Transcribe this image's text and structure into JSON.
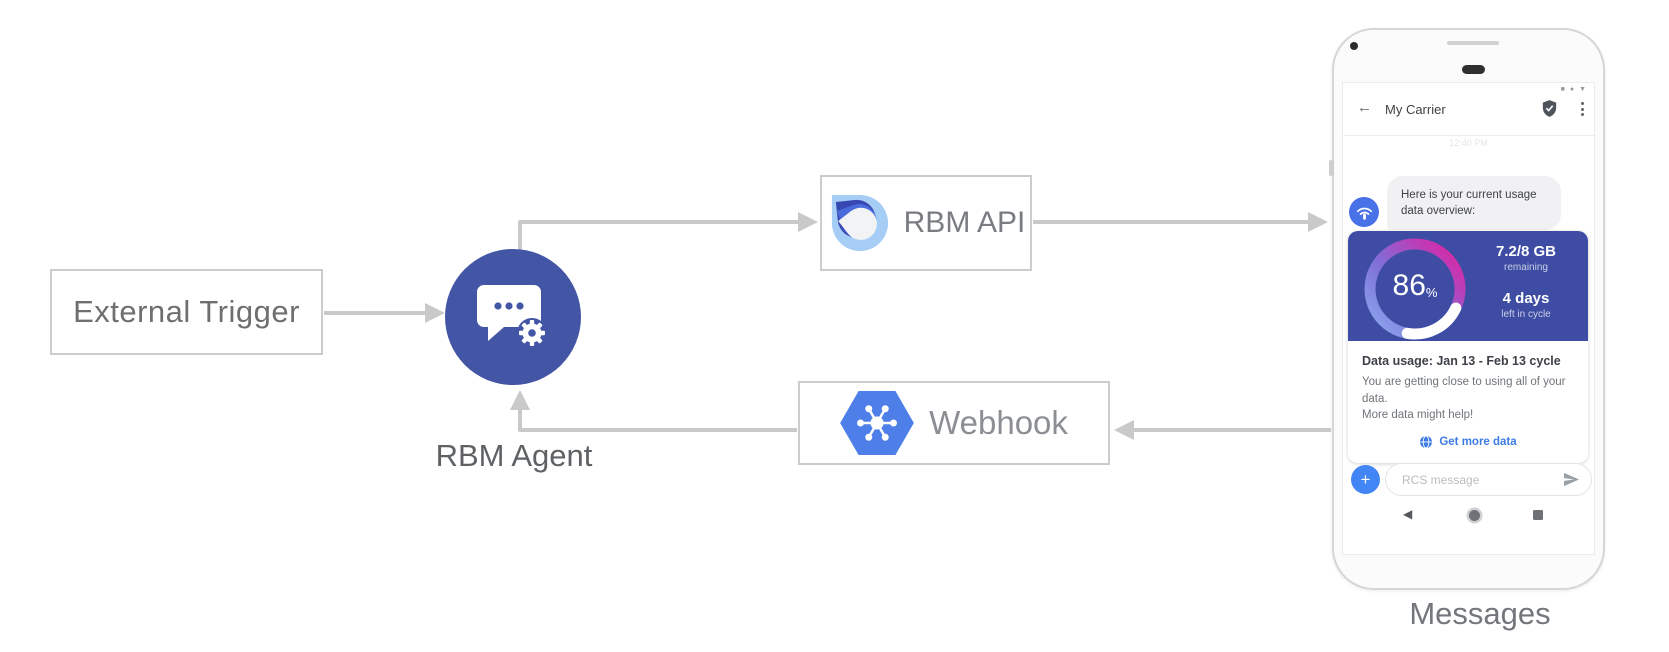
{
  "diagram": {
    "external_trigger_label": "External Trigger",
    "rbm_agent_label": "RBM Agent",
    "rbm_api_label": "RBM API",
    "webhook_label": "Webhook",
    "phone_caption": "Messages"
  },
  "colors": {
    "arrow_gray": "#c9c9c9",
    "agent_circle_blue": "#4355a5",
    "card_blue": "#3e4da3",
    "accent_blue": "#4285f4",
    "link_blue": "#3d7be5",
    "hexagon_blue": "#4e7fe9",
    "gauge_gradient_start": "#8fb9f3",
    "gauge_gradient_end": "#ee1b8c"
  },
  "phone": {
    "status_icons": [
      "■",
      "●",
      "▼"
    ],
    "header": {
      "back": "←",
      "title": "My Carrier"
    },
    "timestamp": "12:40 PM",
    "message": {
      "line1": "Here is your current usage",
      "line2": "data overview:"
    },
    "usage_card": {
      "percent": "86",
      "percent_sign": "%",
      "remaining_value": "7.2/8 GB",
      "remaining_label": "remaining",
      "days_value": "4 days",
      "days_label": "left in cycle",
      "title": "Data usage: Jan 13 - Feb 13 cycle",
      "body_line1": "You are getting close to using all of your data.",
      "body_line2": "More data might help!",
      "action_label": "Get more data"
    },
    "composer": {
      "plus": "+",
      "placeholder": "RCS message"
    },
    "nav": {
      "back": "◀"
    }
  }
}
